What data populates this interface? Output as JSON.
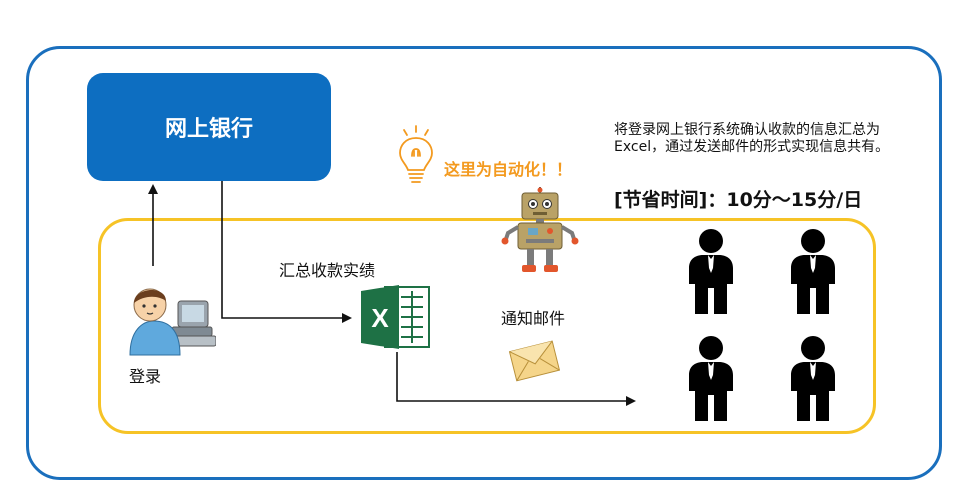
{
  "bank": {
    "title": "网上银行"
  },
  "labels": {
    "login": "登录",
    "summarize": "汇总收款实绩",
    "notify": "通知邮件",
    "automation": "这里为自动化！！"
  },
  "description": "将登录网上银行系统确认收款的信息汇总为Excel，通过发送邮件的形式实现信息共有。",
  "savings": "[节省时间]：10分～15分/日",
  "colors": {
    "outer_frame": "#1a6fbd",
    "inner_frame": "#f6c326",
    "bank_box": "#0d6ec1",
    "automation_text": "#f39a1f",
    "excel_green": "#1e7145"
  },
  "icons": [
    "user-at-computer-icon",
    "excel-icon",
    "envelope-icon",
    "robot-icon",
    "lightbulb-icon",
    "person-icon"
  ]
}
